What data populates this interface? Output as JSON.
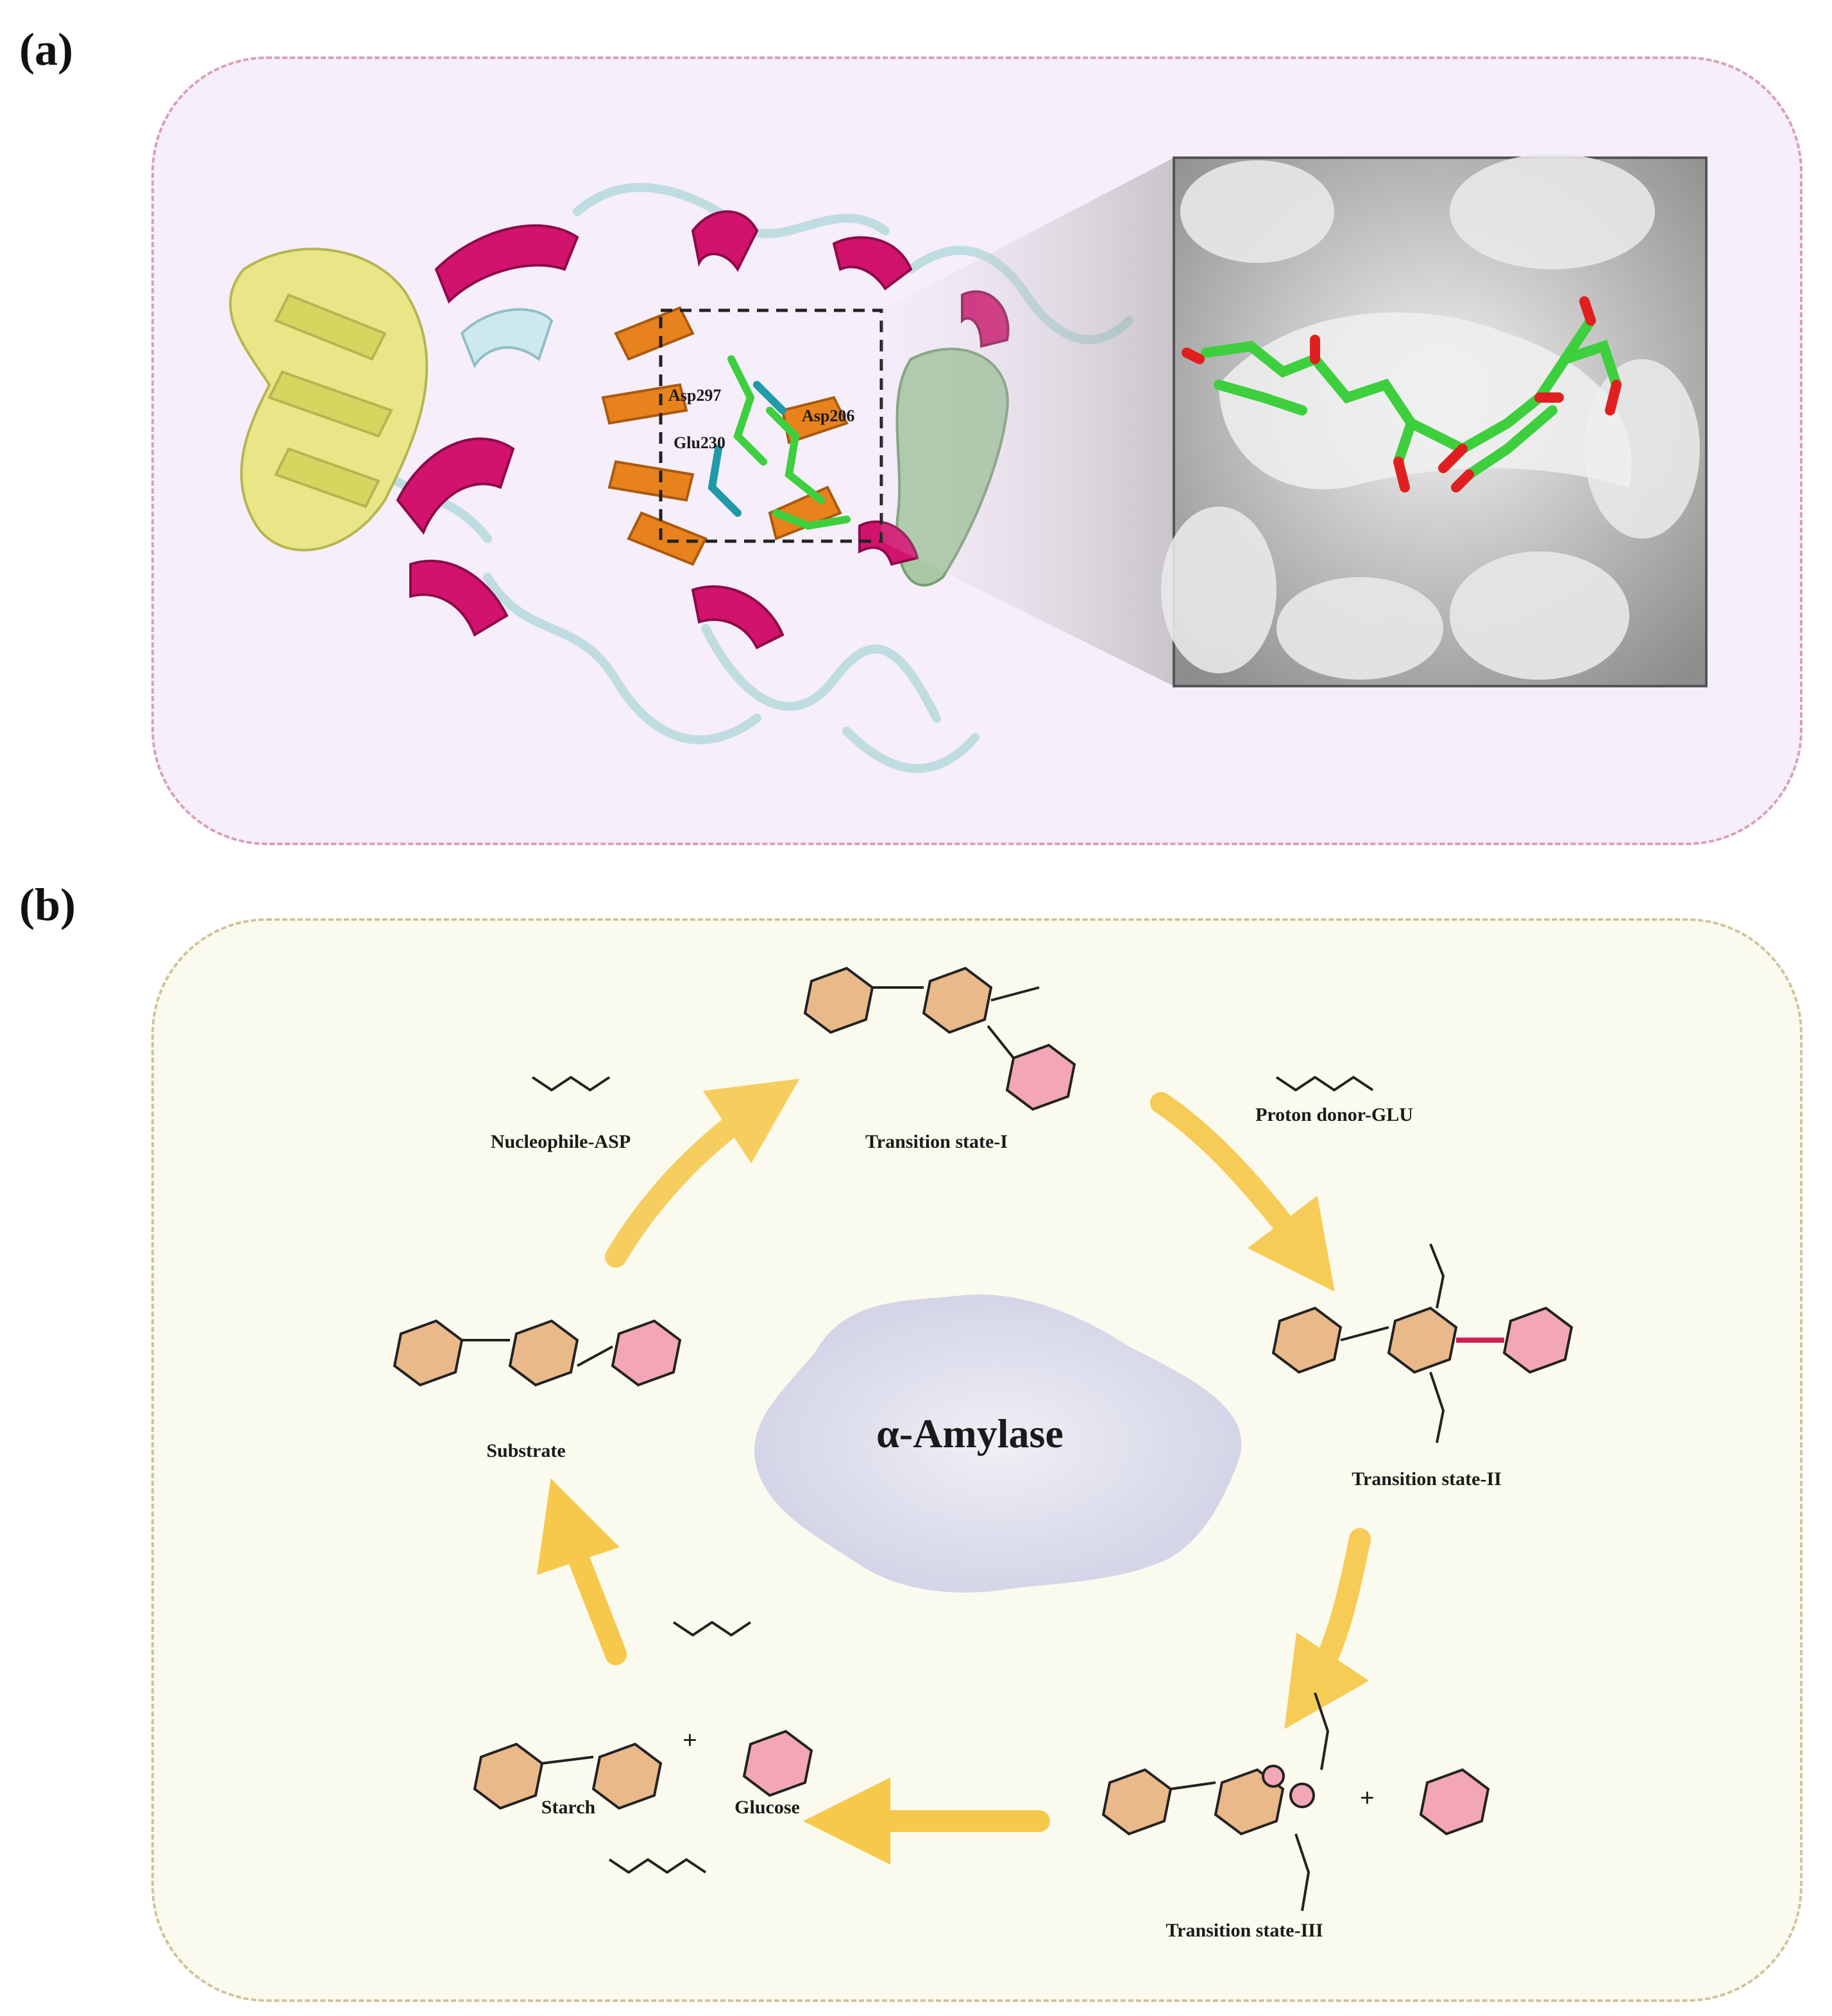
{
  "panels": {
    "a": {
      "label": "(a)"
    },
    "b": {
      "label": "(b)"
    }
  },
  "residues": {
    "asp297": "Asp297",
    "asp206": "Asp206",
    "glu230": "Glu230"
  },
  "cycle": {
    "center": "α-Amylase",
    "transition1": "Transition state-I",
    "transition2": "Transition state-II",
    "transition3": "Transition state-III",
    "substrate": "Substrate",
    "starch": "Starch",
    "glucose": "Glucose",
    "nucleophile": "Nucleophile-ASP",
    "proton_donor": "Proton donor-GLU",
    "plus": "+"
  },
  "colors": {
    "helix": "#d1136e",
    "sheet_core": "#e8821c",
    "domain_b": "#e8e686",
    "domain_c": "#a9c8a4",
    "loop": "#bfdde0",
    "ligand": "#3ecf3e",
    "arrow": "#f6c43c",
    "ring_tan": "#e9b98a",
    "ring_pink": "#f2a6b6"
  }
}
